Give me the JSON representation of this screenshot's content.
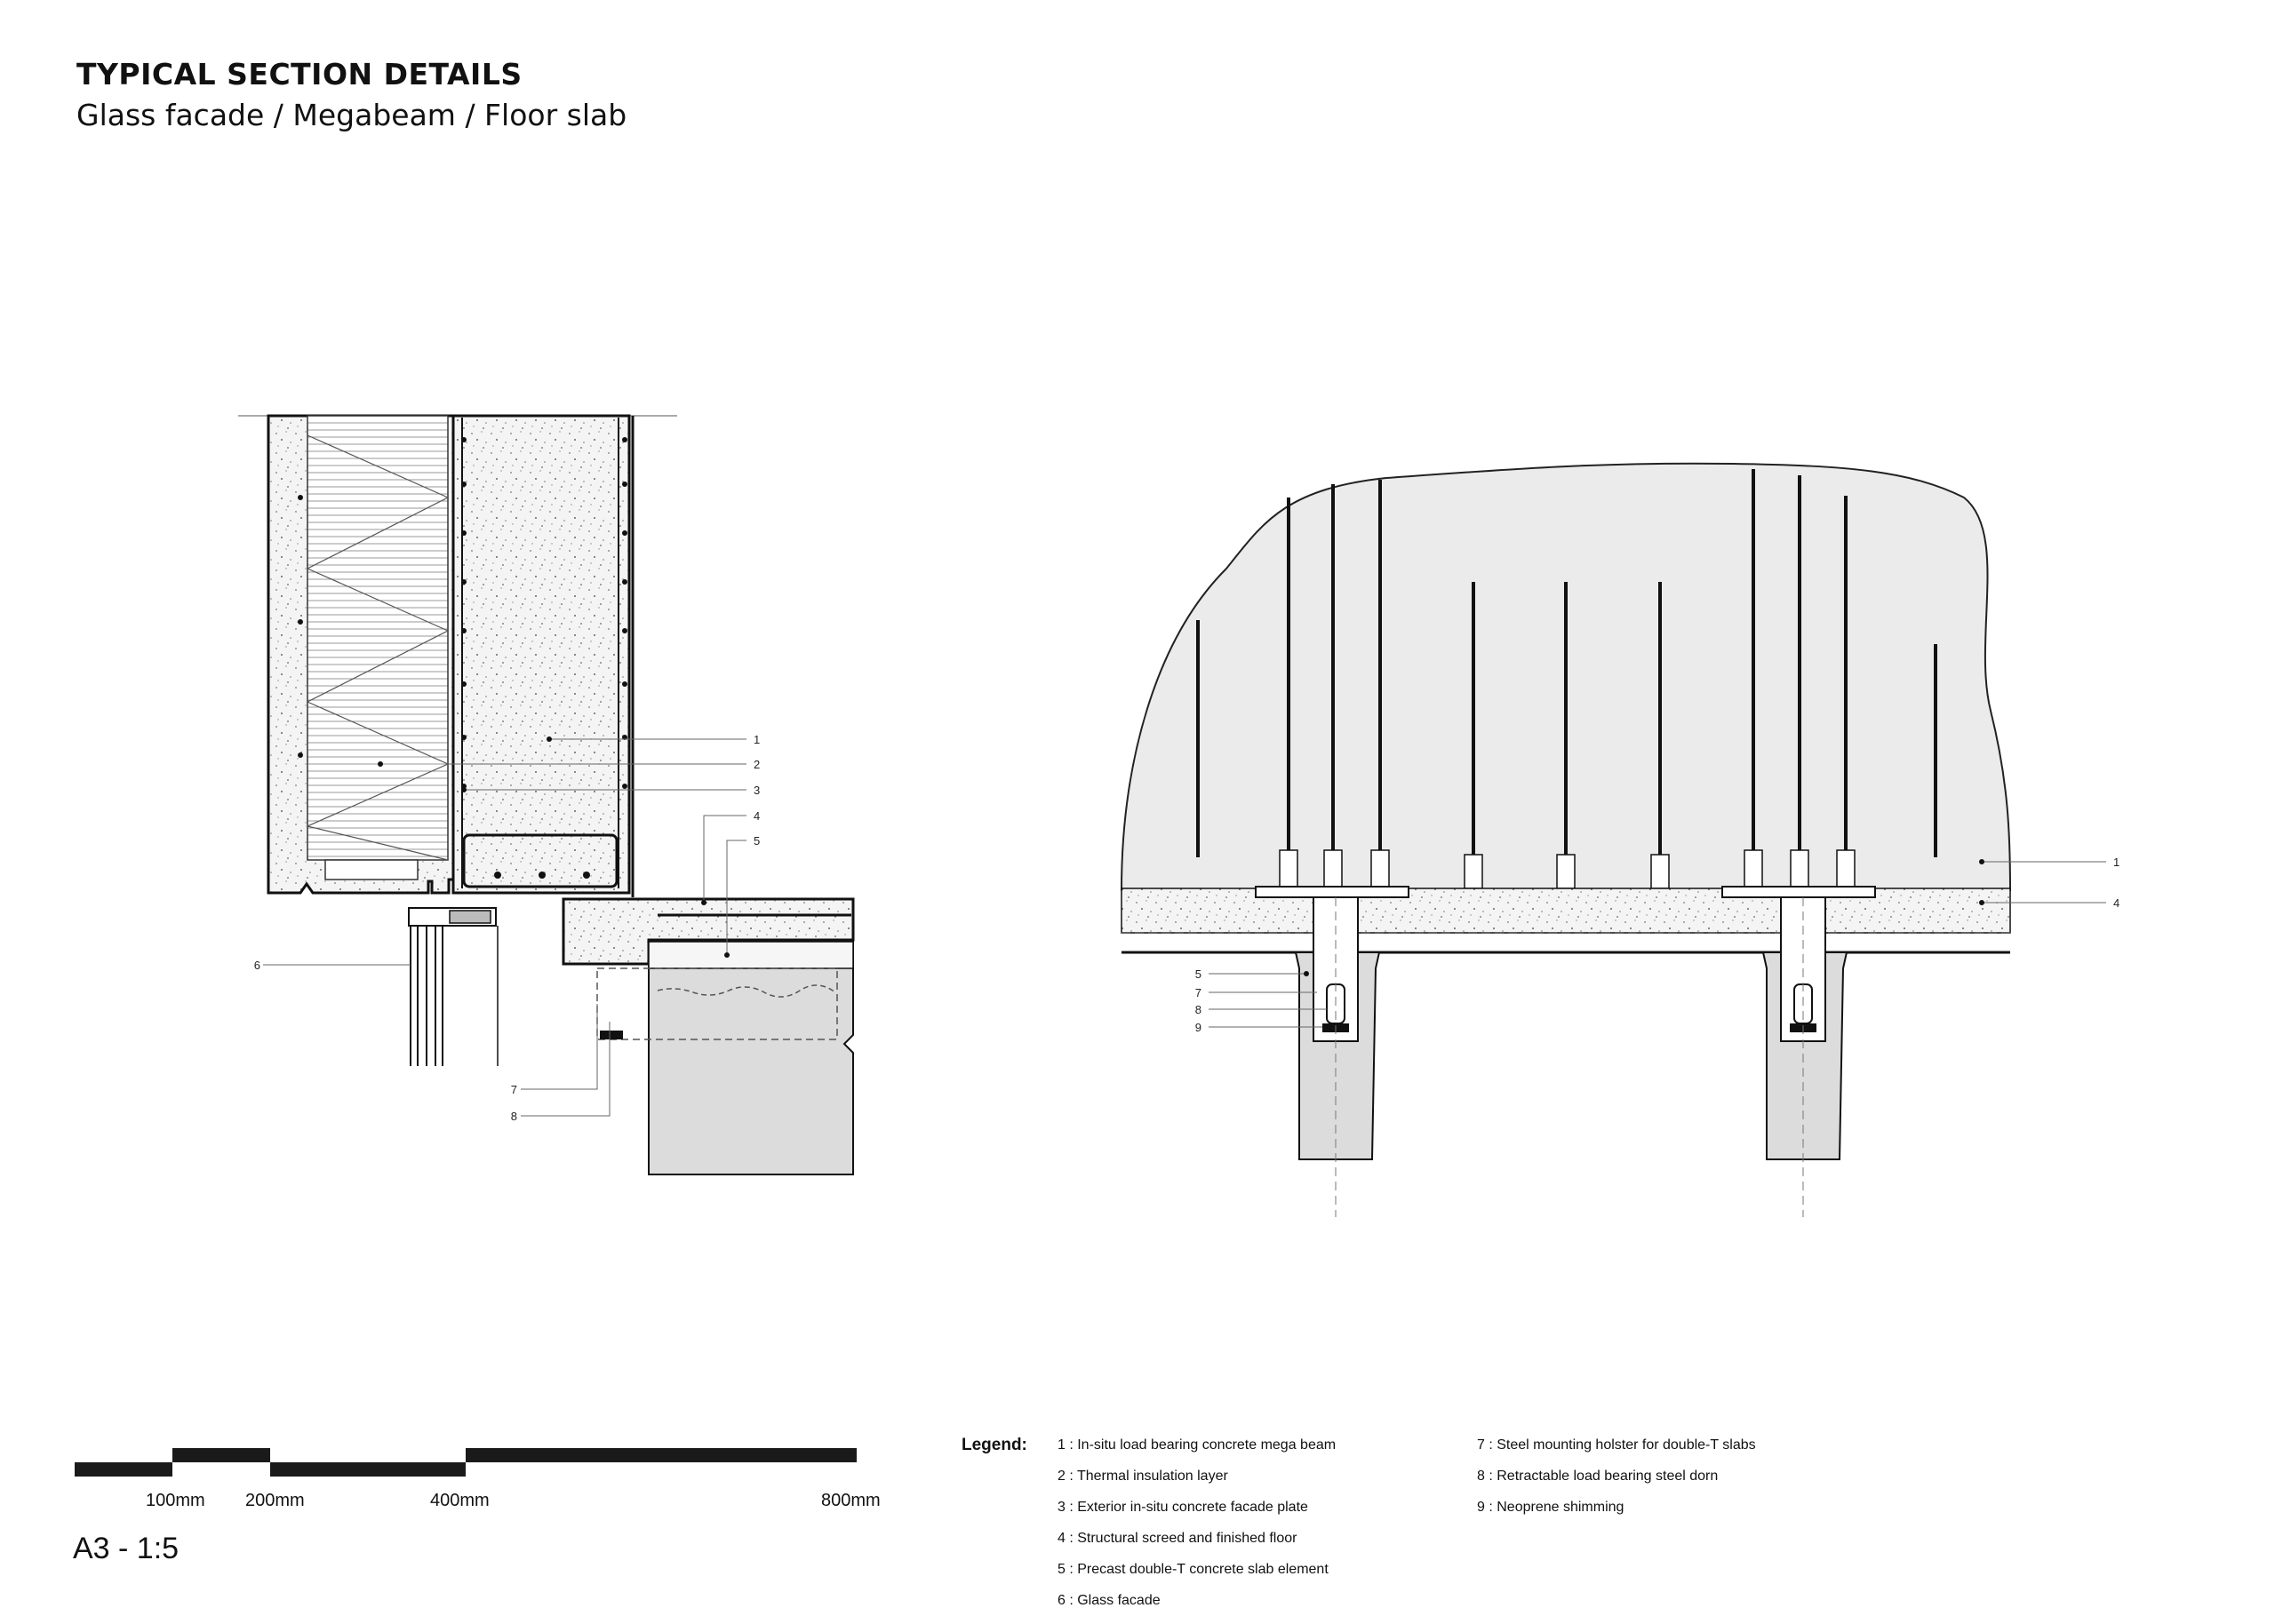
{
  "header": {
    "title": "TYPICAL SECTION DETAILS",
    "subtitle": "Glass facade / Megabeam / Floor slab"
  },
  "scale_bar": {
    "labels": [
      "100mm",
      "200mm",
      "400mm",
      "800mm"
    ],
    "ratio": "A3 - 1:5"
  },
  "legend": {
    "title": "Legend:",
    "items": [
      "1 : In-situ load bearing concrete mega beam",
      "2 : Thermal insulation layer",
      "3 : Exterior in-situ concrete facade plate",
      "4 : Structural screed and finished floor",
      "5 : Precast double-T concrete slab element",
      "6 : Glass facade",
      "7 : Steel mounting holster for double-T slabs",
      "8 : Retractable load bearing steel dorn",
      "9 : Neoprene shimming"
    ]
  },
  "callouts": {
    "left": [
      "1",
      "2",
      "3",
      "4",
      "5",
      "6",
      "7",
      "8"
    ],
    "right": [
      "1",
      "4",
      "5",
      "7",
      "8",
      "9"
    ]
  },
  "colors": {
    "line": "#111111",
    "concrete_fill": "#f2f2f2",
    "precast_fill": "#dcdcdc",
    "beam_fill": "#ebebeb"
  }
}
